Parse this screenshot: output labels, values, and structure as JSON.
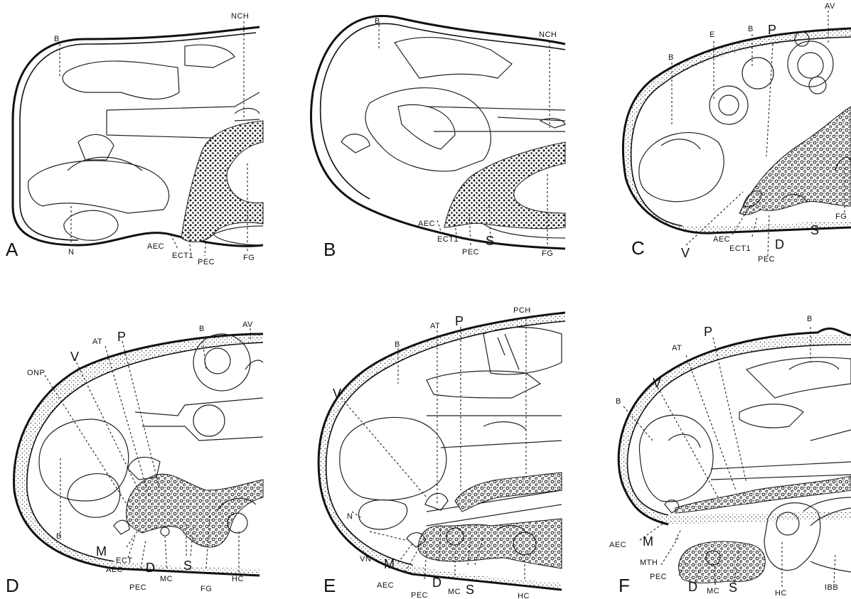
{
  "panels": {
    "A": {
      "letter": "A",
      "labels": {
        "B": "B",
        "NCH": "NCH",
        "N": "N",
        "AEC": "AEC",
        "ECT1": "ECT1",
        "PEC": "PEC",
        "FG": "FG"
      }
    },
    "B": {
      "letter": "B",
      "labels": {
        "B": "B",
        "NCH": "NCH",
        "AEC": "AEC",
        "ECT1": "ECT1",
        "PEC": "PEC",
        "S": "S",
        "FG": "FG"
      }
    },
    "C": {
      "letter": "C",
      "labels": {
        "B1": "B",
        "E": "E",
        "B2": "B",
        "P": "P",
        "AV": "AV",
        "V": "V",
        "AEC": "AEC",
        "ECT1": "ECT1",
        "D": "D",
        "S": "S",
        "PEC": "PEC",
        "FG": "FG"
      }
    },
    "D": {
      "letter": "D",
      "labels": {
        "B1": "B",
        "AV": "AV",
        "ONP": "ONP",
        "V": "V",
        "AT": "AT",
        "P": "P",
        "B2": "B",
        "M": "M",
        "ECT": "ECT",
        "AEC": "AEC",
        "PEC": "PEC",
        "D": "D",
        "MC": "MC",
        "S": "S",
        "FG": "FG",
        "HC": "HC"
      }
    },
    "E": {
      "letter": "E",
      "labels": {
        "B": "B",
        "AT": "AT",
        "P": "P",
        "PCH": "PCH",
        "V": "V",
        "N": "N",
        "VN": "VN",
        "M": "M",
        "AEC": "AEC",
        "PEC": "PEC",
        "D": "D",
        "MC": "MC",
        "S": "S",
        "HC": "HC"
      }
    },
    "F": {
      "letter": "F",
      "labels": {
        "B1": "B",
        "AT": "AT",
        "P": "P",
        "V": "V",
        "B2": "B",
        "AEC": "AEC",
        "M": "M",
        "MTH": "MTH",
        "PEC": "PEC",
        "D": "D",
        "MC": "MC",
        "S": "S",
        "HC": "HC",
        "IBB": "IBB"
      }
    }
  }
}
